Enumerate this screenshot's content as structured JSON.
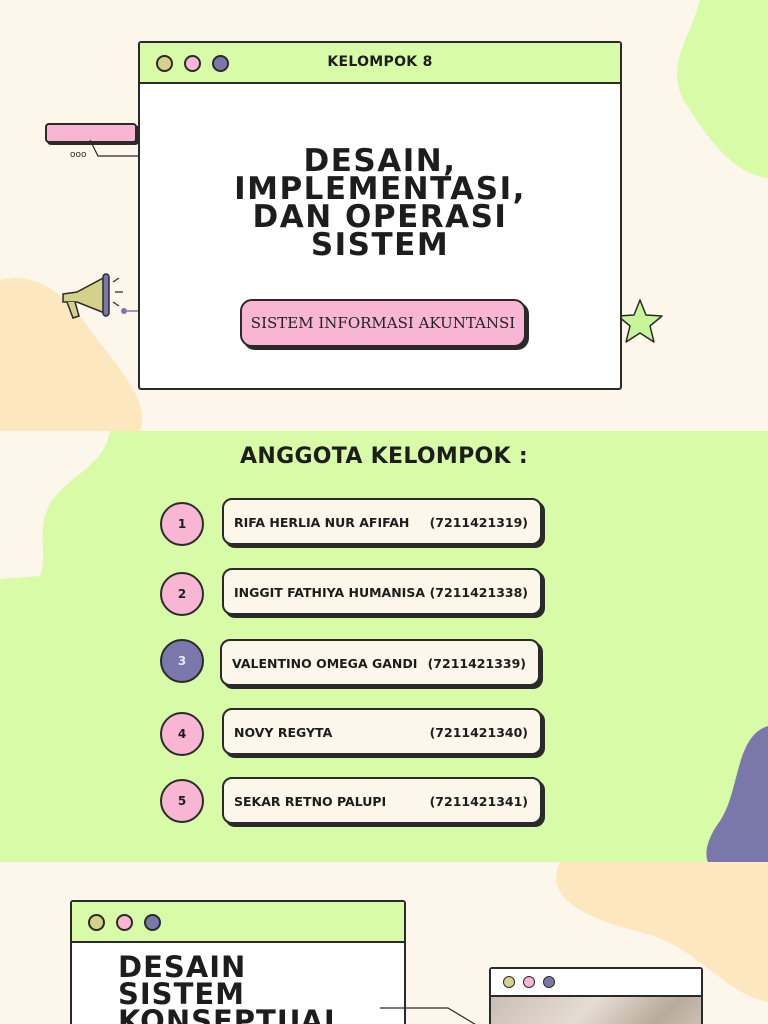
{
  "slide1": {
    "bar_title": "KELOMPOK 8",
    "title_lines": [
      "DESAIN,",
      "IMPLEMENTASI,",
      "DAN OPERASI",
      "SISTEM"
    ],
    "subtitle": "SISTEM INFORMASI AKUNTANSI",
    "icons": [
      "megaphone-icon",
      "star-icon",
      "search-bar-icon"
    ]
  },
  "slide2": {
    "heading": "ANGGOTA KELOMPOK :",
    "members": [
      {
        "num": "1",
        "name": "RIFA HERLIA NUR AFIFAH",
        "id": "(7211421319)"
      },
      {
        "num": "2",
        "name": "INGGIT FATHIYA HUMANISA",
        "id": "(7211421338)"
      },
      {
        "num": "3",
        "name": "VALENTINO OMEGA GANDI",
        "id": "(7211421339)"
      },
      {
        "num": "4",
        "name": "NOVY REGYTA",
        "id": "(7211421340)"
      },
      {
        "num": "5",
        "name": "SEKAR RETNO PALUPI",
        "id": "(7211421341)"
      }
    ]
  },
  "slide3": {
    "title": "DESAIN\nSISTEM\nKONSEPTUAL"
  },
  "colors": {
    "cream": "#fdf6ea",
    "green": "#d8fba8",
    "pink": "#f9b6d4",
    "purple": "#7a78ab",
    "peach": "#fde7bf",
    "outline": "#2a2a2a"
  }
}
